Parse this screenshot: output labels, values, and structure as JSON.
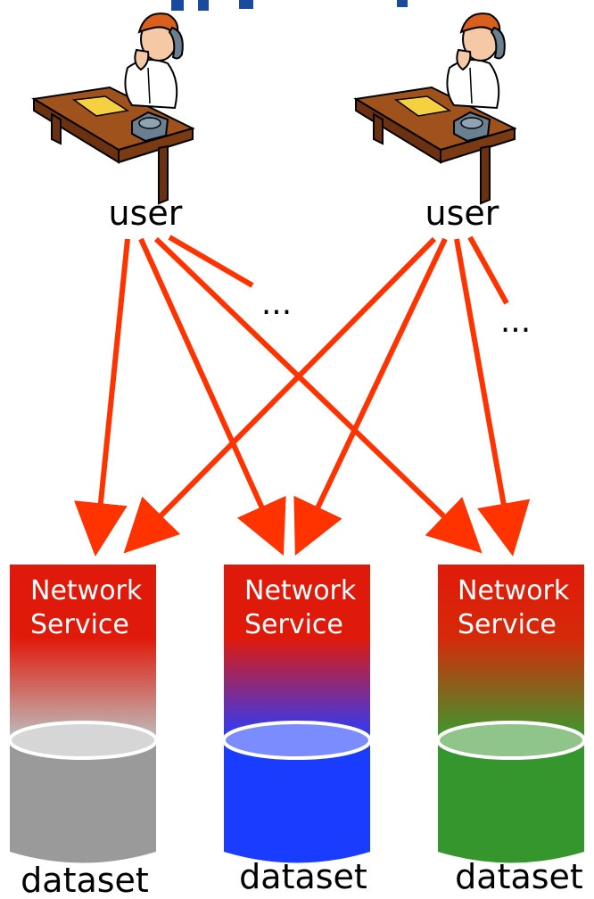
{
  "users": [
    {
      "label": "user"
    },
    {
      "label": "user"
    }
  ],
  "ellipsis": [
    "...",
    "..."
  ],
  "services": [
    {
      "line1": "Network",
      "line2": "Service",
      "dataset_label": "dataset",
      "db_color": "#9a9a9a",
      "top_color": "#d6d6d6"
    },
    {
      "line1": "Network",
      "line2": "Service",
      "dataset_label": "dataset",
      "db_color": "#1a3cff",
      "top_color": "#7b8cff"
    },
    {
      "line1": "Network",
      "line2": "Service",
      "dataset_label": "dataset",
      "db_color": "#35962e",
      "top_color": "#8fc48a"
    }
  ],
  "colors": {
    "arrow": "#ff3300",
    "service_red": "#e01a0a",
    "title_blue": "#1a4a9c"
  }
}
